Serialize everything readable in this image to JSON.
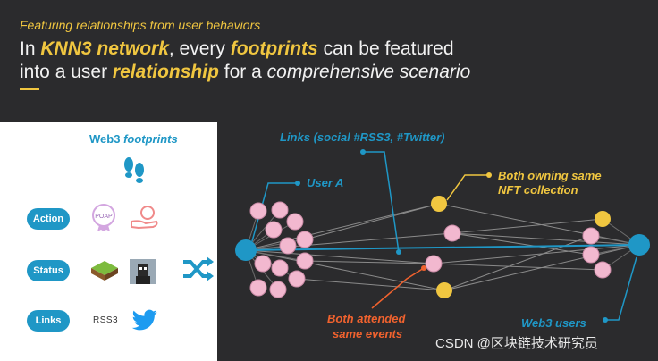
{
  "header": {
    "kicker": "Featuring relationships from user behaviors",
    "line1_a": "In ",
    "line1_b": "KNN3 network",
    "line1_c": ", every ",
    "line1_d": "footprints",
    "line1_e": " can be featured",
    "line2_a": "into a user ",
    "line2_b": "relationship",
    "line2_c": " for a ",
    "line2_d": "comprehensive scenario"
  },
  "panel": {
    "title_a": "Web3 ",
    "title_b": "footprints",
    "rows": [
      {
        "label": "Action",
        "icon1": "poap-badge-icon",
        "icon2": "hand-coin-icon",
        "icon1_text": "POAP"
      },
      {
        "label": "Status",
        "icon1": "land-tile-icon",
        "icon2": "pixel-avatar-icon"
      },
      {
        "label": "Links",
        "icon1": "rss3-logo-icon",
        "icon2": "twitter-bird-icon",
        "icon1_text": "RSS3"
      }
    ]
  },
  "graph": {
    "label_links": "Links (social #RSS3, #Twitter)",
    "label_user_a": "User A",
    "label_nft": "Both owning same",
    "label_nft2": "NFT collection",
    "label_events": "Both attended",
    "label_events2": "same events",
    "label_web3_users": "Web3 users"
  },
  "watermark": "CSDN @区块链技术研究员",
  "colors": {
    "background": "#2b2b2d",
    "accent_yellow": "#f0c640",
    "accent_blue": "#1f97c6",
    "accent_orange": "#f0622e",
    "node_pink": "#f2b8cf"
  }
}
